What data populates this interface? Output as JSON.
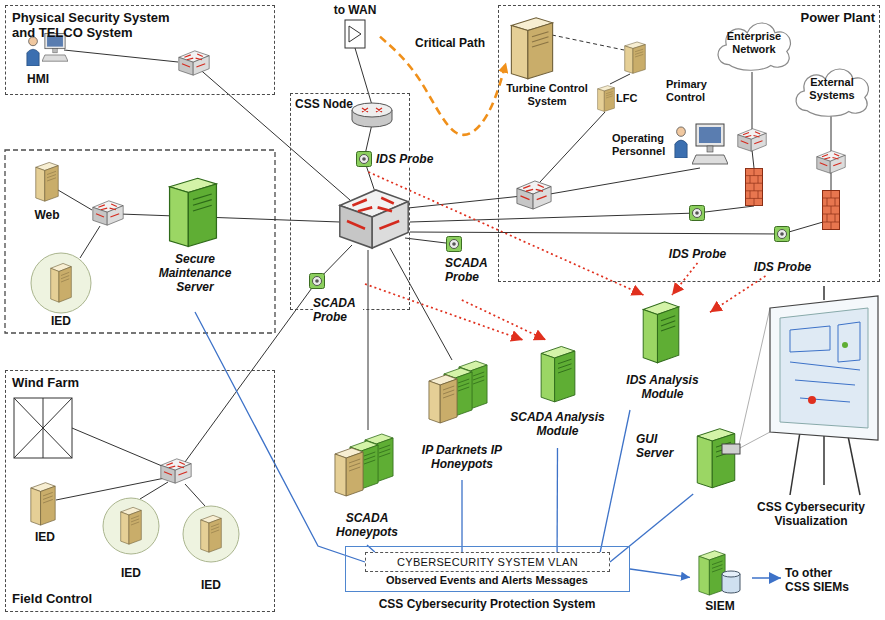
{
  "diagram": {
    "nodes": [
      {
        "text": [
          "Physical Security System and TELCO System"
        ]
      },
      {
        "text": [
          "HMI"
        ],
        "in": 0
      },
      {
        "text": [
          "to WAN"
        ]
      },
      {
        "text": [
          "CSS Node"
        ]
      },
      {
        "text": [
          "IDS Probe"
        ],
        "in": 3
      },
      {
        "text": [
          "SCADA Probe"
        ],
        "in": 3
      },
      {
        "text": [
          "Power Plant"
        ]
      },
      {
        "text": [
          "Turbine Control System"
        ],
        "in": 6
      },
      {
        "text": [
          "Primary Control"
        ],
        "in": 6
      },
      {
        "text": [
          "Enterprise Network"
        ],
        "in": 6
      },
      {
        "text": [
          "External Systems"
        ],
        "in": 6
      },
      {
        "text": [
          "LFC"
        ],
        "in": 6
      },
      {
        "text": [
          "Operating Personnel"
        ],
        "in": 6
      },
      {
        "text": [
          "IDS Probe"
        ],
        "in": 6
      },
      {
        "text": [
          "IDS Probe"
        ],
        "in": 6
      },
      {
        "text": [
          "Web"
        ]
      },
      {
        "text": [
          "IED"
        ]
      },
      {
        "text": [
          "Secure Maintenance Server"
        ]
      },
      {
        "text": [
          "SCADA Probe"
        ]
      },
      {
        "text": [
          "Wind Farm",
          "Field Control"
        ]
      },
      {
        "text": [
          "IED"
        ],
        "in": 19
      },
      {
        "text": [
          "IED"
        ],
        "in": 19
      },
      {
        "text": [
          "IED"
        ],
        "in": 19
      },
      {
        "text": [
          "SCADA Honeypots"
        ]
      },
      {
        "text": [
          "IP Darknets IP Honeypots"
        ]
      },
      {
        "text": [
          "SCADA Analysis Module"
        ]
      },
      {
        "text": [
          "IDS Analysis Module"
        ]
      },
      {
        "text": [
          "GUI Server"
        ]
      },
      {
        "text": [
          "CSS Cybersecurity Visualization"
        ]
      },
      {
        "text": [
          "Observed Events and Alerts Messages",
          "CSS Cybersecurity Protection System"
        ]
      },
      {
        "text": [
          "CYBERSECURITY SYSTEM VLAN"
        ],
        "in": 29
      },
      {
        "text": [
          "SIEM"
        ]
      }
    ],
    "edges": [
      {
        "from": 2,
        "to": 7,
        "label": "Critical Path",
        "arrow": "to"
      },
      {
        "from": 4,
        "to": 26,
        "arrow": "to"
      },
      {
        "from": 13,
        "to": 26,
        "arrow": "to"
      },
      {
        "from": 14,
        "to": 26,
        "arrow": "to"
      },
      {
        "from": 5,
        "to": 25,
        "arrow": "to"
      },
      {
        "from": 18,
        "to": 25,
        "arrow": "to"
      },
      {
        "from": 17,
        "to": 30,
        "arrow": "none"
      },
      {
        "from": 23,
        "to": 30,
        "arrow": "none"
      },
      {
        "from": 24,
        "to": 30,
        "arrow": "none"
      },
      {
        "from": 25,
        "to": 30,
        "arrow": "none"
      },
      {
        "from": 26,
        "to": 30,
        "arrow": "none"
      },
      {
        "from": 27,
        "to": 30,
        "arrow": "none"
      },
      {
        "from": 29,
        "to": 31,
        "arrow": "to"
      }
    ],
    "labels": [
      "To other CSS SIEMs"
    ]
  }
}
